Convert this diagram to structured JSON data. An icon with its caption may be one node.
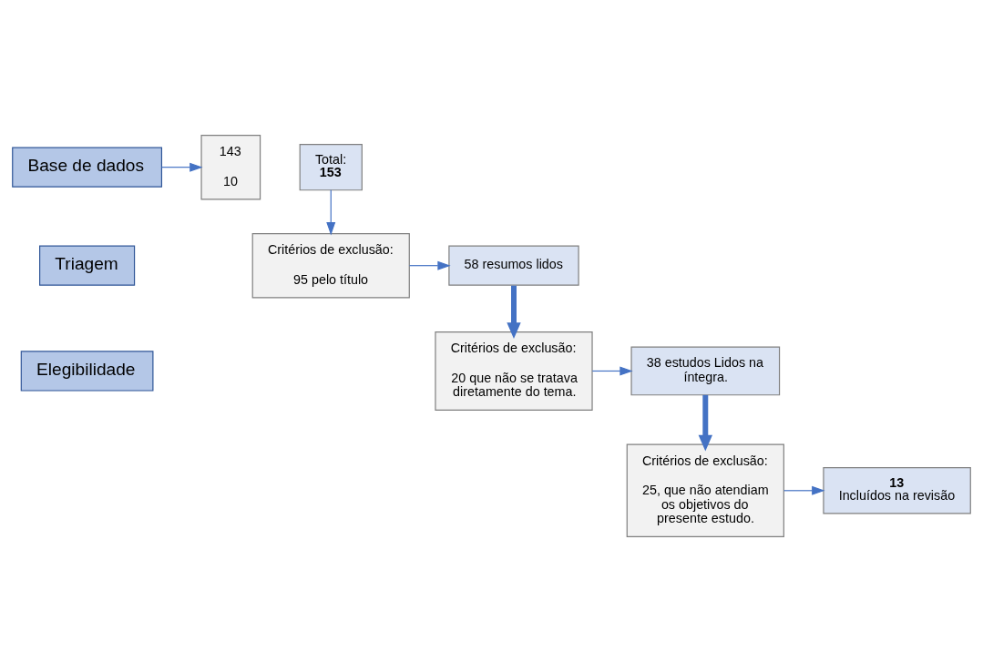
{
  "diagram": {
    "nodes": [
      {
        "text": [
          "Base de dados"
        ]
      },
      {
        "text": [
          "143",
          "10"
        ]
      },
      {
        "text": [
          "Total:",
          "153"
        ]
      },
      {
        "text": [
          "Triagem"
        ]
      },
      {
        "text": [
          "Critérios de exclusão:",
          "95 pelo título"
        ]
      },
      {
        "text": [
          "58 resumos lidos"
        ]
      },
      {
        "text": [
          "Elegibilidade"
        ]
      },
      {
        "text": [
          "Critérios de exclusão:",
          "20 que não se tratava diretamente do tema."
        ]
      },
      {
        "text": [
          "38 estudos Lidos na íntegra."
        ]
      },
      {
        "text": [
          "Critérios de exclusão:",
          "25, que não atendiam os objetivos do presente estudo."
        ]
      },
      {
        "text": [
          "13",
          "Incluídos na revisão"
        ]
      }
    ],
    "edges": [
      {
        "from": 0,
        "to": 1,
        "arrow": "to"
      },
      {
        "from": 2,
        "to": 4,
        "arrow": "to"
      },
      {
        "from": 4,
        "to": 5,
        "arrow": "to"
      },
      {
        "from": 5,
        "to": 7,
        "arrow": "to",
        "style": "thick"
      },
      {
        "from": 7,
        "to": 8,
        "arrow": "to"
      },
      {
        "from": 8,
        "to": 9,
        "arrow": "to",
        "style": "thick"
      },
      {
        "from": 9,
        "to": 10,
        "arrow": "to"
      }
    ]
  }
}
